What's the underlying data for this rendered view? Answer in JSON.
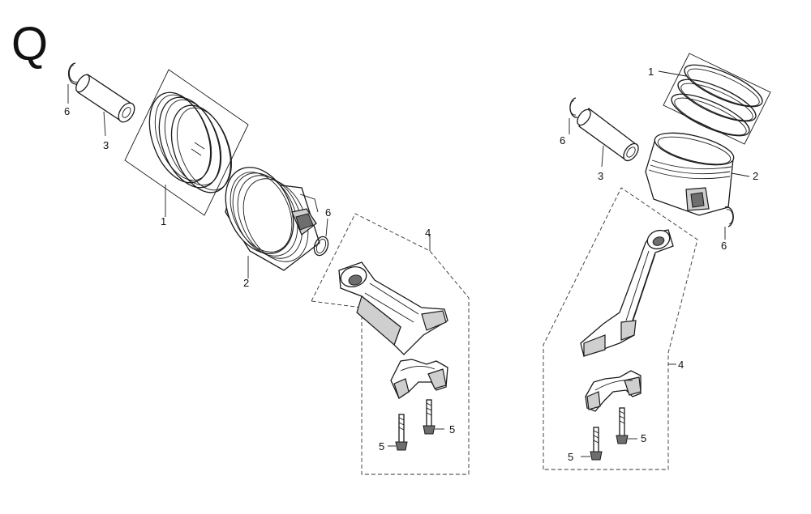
{
  "diagram": {
    "section_letter": "Q",
    "labels": {
      "left_ring_set": "1",
      "left_piston": "2",
      "left_piston_pin": "3",
      "left_connecting_rod": "4",
      "left_bolt_a": "5",
      "left_bolt_b": "5",
      "left_clip_a": "6",
      "left_clip_b": "6",
      "right_ring_set": "1",
      "right_piston": "2",
      "right_piston_pin": "3",
      "right_connecting_rod": "4",
      "right_bolt_a": "5",
      "right_bolt_b": "5",
      "right_clip_a": "6",
      "right_clip_b": "6"
    }
  }
}
